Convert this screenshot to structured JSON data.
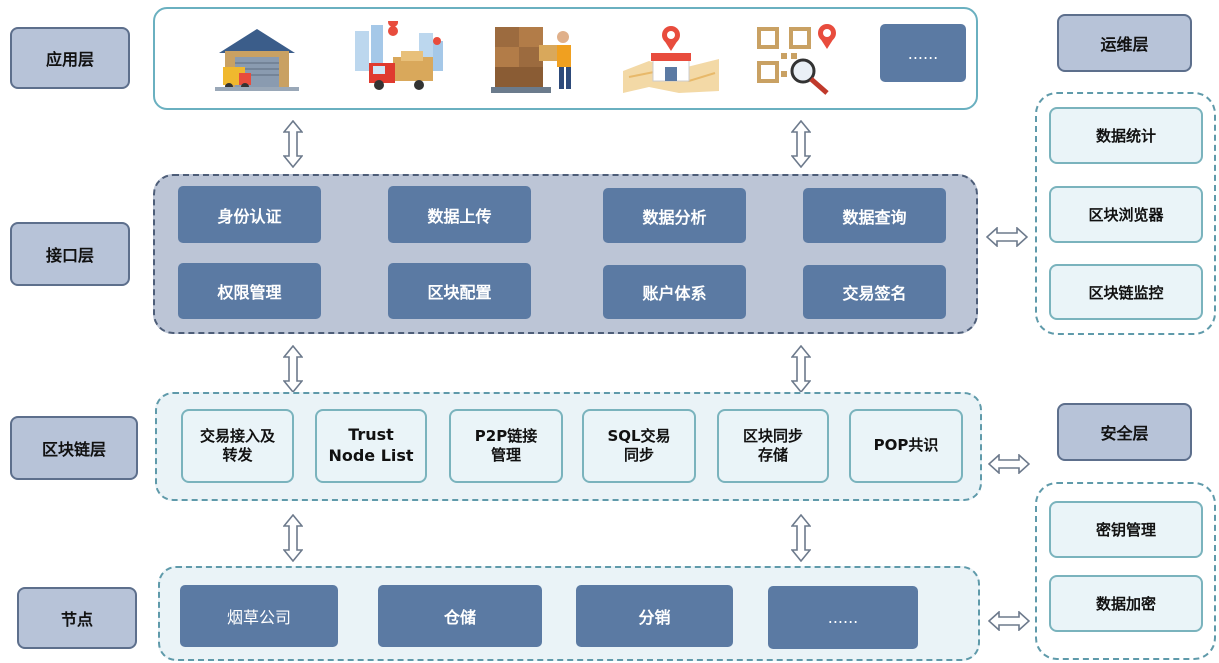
{
  "layers": {
    "application": "应用层",
    "interface": "接口层",
    "blockchain": "区块链层",
    "node": "节点"
  },
  "application_icons": [
    "warehouse-icon",
    "delivery-truck-icon",
    "worker-boxes-icon",
    "store-map-icon",
    "qr-code-scan-icon"
  ],
  "application_more": "......",
  "interface_buttons": [
    "身份认证",
    "数据上传",
    "数据分析",
    "数据查询",
    "权限管理",
    "区块配置",
    "账户体系",
    "交易签名"
  ],
  "blockchain_cards": [
    {
      "line1": "交易接入及",
      "line2": "转发"
    },
    {
      "line1": "Trust",
      "line2": "Node List"
    },
    {
      "line1": "P2P链接",
      "line2": "管理"
    },
    {
      "line1": "SQL交易",
      "line2": "同步"
    },
    {
      "line1": "区块同步",
      "line2": "存储"
    },
    {
      "line1": "POP共识",
      "line2": ""
    }
  ],
  "nodes": [
    "烟草公司",
    "仓储",
    "分销",
    "......"
  ],
  "ops": {
    "title": "运维层",
    "items": [
      "数据统计",
      "区块浏览器",
      "区块链监控"
    ]
  },
  "security": {
    "title": "安全层",
    "items": [
      "密钥管理",
      "数据加密"
    ]
  },
  "colors": {
    "label_fill": "#b7c3d8",
    "button_fill": "#5b7aa3",
    "dashed_border": "#5f9aaa",
    "card_fill": "#eaf4f8"
  }
}
